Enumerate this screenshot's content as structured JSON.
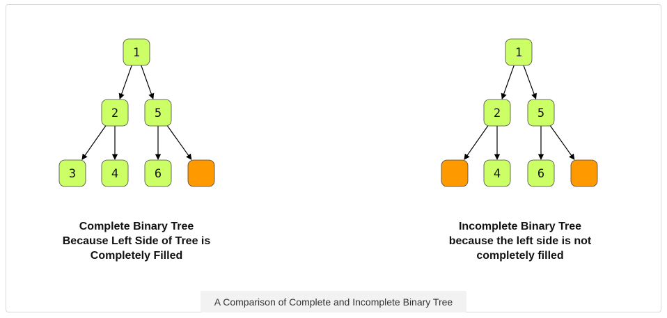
{
  "trees": [
    {
      "nodes": [
        {
          "id": "a1",
          "label": "1",
          "filled": true
        },
        {
          "id": "a2",
          "label": "2",
          "filled": true
        },
        {
          "id": "a5",
          "label": "5",
          "filled": true
        },
        {
          "id": "a3",
          "label": "3",
          "filled": true
        },
        {
          "id": "a4",
          "label": "4",
          "filled": true
        },
        {
          "id": "a6",
          "label": "6",
          "filled": true
        },
        {
          "id": "a7",
          "label": "",
          "filled": false
        }
      ],
      "edges": [
        [
          "a1",
          "a2"
        ],
        [
          "a1",
          "a5"
        ],
        [
          "a2",
          "a3"
        ],
        [
          "a2",
          "a4"
        ],
        [
          "a5",
          "a6"
        ],
        [
          "a5",
          "a7"
        ]
      ],
      "caption_lines": [
        "Complete Binary Tree",
        "Because Left Side of Tree is",
        "Completely Filled"
      ]
    },
    {
      "nodes": [
        {
          "id": "b1",
          "label": "1",
          "filled": true
        },
        {
          "id": "b2",
          "label": "2",
          "filled": true
        },
        {
          "id": "b5",
          "label": "5",
          "filled": true
        },
        {
          "id": "b3",
          "label": "",
          "filled": false
        },
        {
          "id": "b4",
          "label": "4",
          "filled": true
        },
        {
          "id": "b6",
          "label": "6",
          "filled": true
        },
        {
          "id": "b7",
          "label": "",
          "filled": false
        }
      ],
      "edges": [
        [
          "b1",
          "b2"
        ],
        [
          "b1",
          "b5"
        ],
        [
          "b2",
          "b3"
        ],
        [
          "b2",
          "b4"
        ],
        [
          "b5",
          "b6"
        ],
        [
          "b5",
          "b7"
        ]
      ],
      "caption_lines": [
        "Incomplete Binary Tree",
        "because the left side is not",
        "completely filled"
      ]
    }
  ],
  "colors": {
    "present_node": "#ccff66",
    "empty_node": "#ff9900"
  },
  "figure_caption": "A Comparison of Complete and Incomplete Binary Tree"
}
